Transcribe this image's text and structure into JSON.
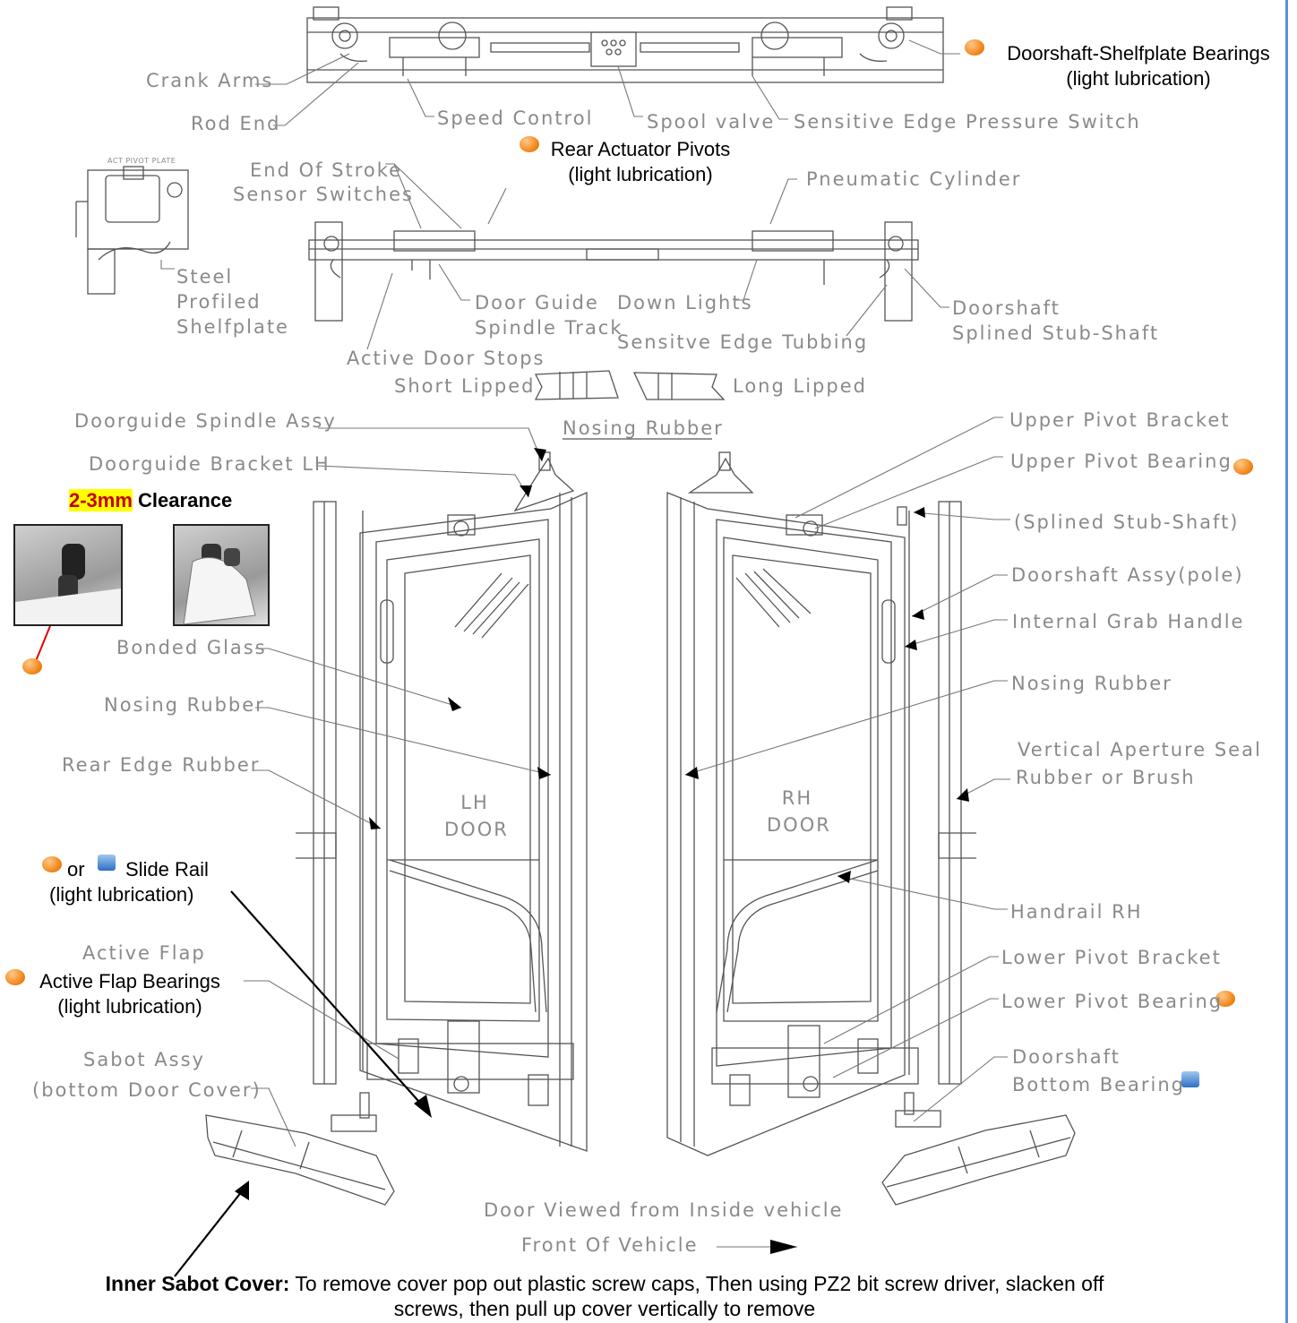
{
  "labels": {
    "crank_arms": "Crank Arms",
    "rod_end": "Rod End",
    "speed_control": "Speed Control",
    "spool_valve": "Spool valve",
    "sensitive_edge_pressure_switch": "Sensitive Edge Pressure Switch",
    "doorshaft_shelfplate_bearings": "Doorshaft-Shelfplate Bearings",
    "light_lubrication": "(light lubrication)",
    "rear_actuator_pivots": "Rear Actuator Pivots",
    "end_of_stroke_1": "End Of Stroke",
    "end_of_stroke_2": "Sensor Switches",
    "pneumatic_cylinder": "Pneumatic Cylinder",
    "act_pivot_plate": "ACT PIVOT PLATE",
    "steel_profiled_1": "Steel",
    "steel_profiled_2": "Profiled",
    "steel_profiled_3": "Shelfplate",
    "door_guide_1": "Door Guide",
    "door_guide_2": "Spindle Track",
    "down_lights": "Down Lights",
    "doorshaft_splined_1": "Doorshaft",
    "doorshaft_splined_2": "Splined Stub-Shaft",
    "sensitive_edge_tubbing": "Sensitve Edge Tubbing",
    "active_door_stops": "Active Door Stops",
    "short_lipped": "Short Lipped",
    "long_lipped": "Long Lipped",
    "nosing_rubber_title": "Nosing Rubber",
    "doorguide_spindle_assy": "Doorguide Spindle Assy",
    "doorguide_bracket_lh": "Doorguide Bracket LH",
    "clearance_value": "2-3mm",
    "clearance_word": "Clearance",
    "upper_pivot_bracket": "Upper Pivot Bracket",
    "upper_pivot_bearing": "Upper Pivot Bearing",
    "splined_stub_shaft": "(Splined Stub-Shaft)",
    "doorshaft_assy": "Doorshaft Assy(pole)",
    "internal_grab_handle": "Internal Grab Handle",
    "bonded_glass": "Bonded Glass",
    "nosing_rubber_left": "Nosing Rubber",
    "nosing_rubber_right": "Nosing Rubber",
    "rear_edge_rubber": "Rear Edge Rubber",
    "vertical_aperture_1": "Vertical Aperture Seal",
    "vertical_aperture_2": "Rubber or Brush",
    "lh_door_1": "LH",
    "lh_door_2": "DOOR",
    "rh_door_1": "RH",
    "rh_door_2": "DOOR",
    "or_word": "or",
    "slide_rail": "Slide Rail",
    "handrail_rh": "Handrail RH",
    "active_flap": "Active Flap",
    "active_flap_bearings": "Active Flap Bearings",
    "lower_pivot_bracket": "Lower Pivot Bracket",
    "lower_pivot_bearing": "Lower Pivot Bearing",
    "sabot_assy_1": "Sabot Assy",
    "sabot_assy_2": "(bottom Door Cover)",
    "doorshaft_bottom_1": "Doorshaft",
    "doorshaft_bottom_2": "Bottom Bearing",
    "door_viewed": "Door Viewed from Inside vehicle",
    "front_of_vehicle": "Front Of Vehicle",
    "inner_sabot_title": "Inner Sabot Cover:",
    "inner_sabot_text1": " To remove cover pop out plastic screw caps, Then using PZ2 bit screw driver, slacken off",
    "inner_sabot_text2": "screws, then pull up cover vertically to remove"
  },
  "colors": {
    "label_gray": "#8a8a8a",
    "lubrication_orange": "#f28a1e",
    "slide_blue": "#2f6fc4",
    "highlight_yellow": "#ffff00",
    "highlight_red": "#c00000"
  }
}
